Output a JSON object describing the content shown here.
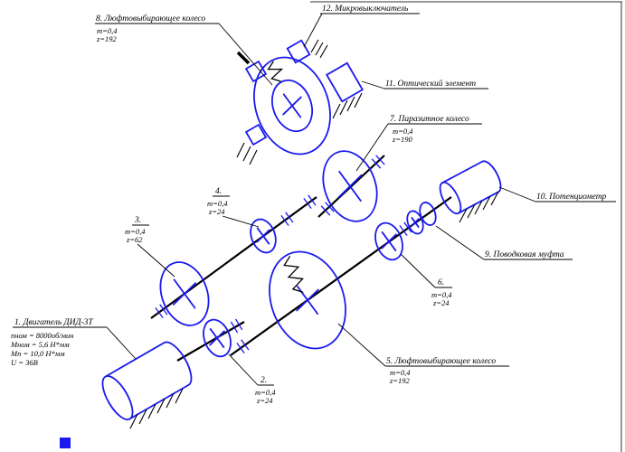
{
  "colors": {
    "component_blue": "#1a1aee",
    "annotation_black": "#000000"
  },
  "labels": {
    "motor": {
      "title": "1.  Двигатель ДИД-3Т",
      "specs": [
        "nном = 8000об/мин",
        "Мном = 5,6 Н*мм",
        "Мп = 10,0 Н*мм",
        "U = 36В"
      ]
    },
    "gear2": {
      "title": "2.",
      "m": "m=0,4",
      "z": "z=24"
    },
    "gear3": {
      "title": "3.",
      "m": "m=0,4",
      "z": "z=62"
    },
    "gear4": {
      "title": "4.",
      "m": "m=0,4",
      "z": "z=24"
    },
    "gear5": {
      "title": "5.  Люфтовыбирающее колесо",
      "m": "m=0,4",
      "z": "z=192"
    },
    "gear6": {
      "title": "6.",
      "m": "m=0,4",
      "z": "z=24"
    },
    "gear7": {
      "title": "7.  Паразитное колесо",
      "m": "m=0,4",
      "z": "z=190"
    },
    "gear8": {
      "title": "8.  Люфтовыбирающее колесо",
      "m": "m=0,4",
      "z": "z=192"
    },
    "coupling": {
      "title": "9.  Поводковая муфта"
    },
    "potentiometer": {
      "title": "10.  Потенциометр"
    },
    "optical": {
      "title": "11.  Оптический элемент"
    },
    "microswitch": {
      "title": "12.  Микровыключатель"
    }
  }
}
